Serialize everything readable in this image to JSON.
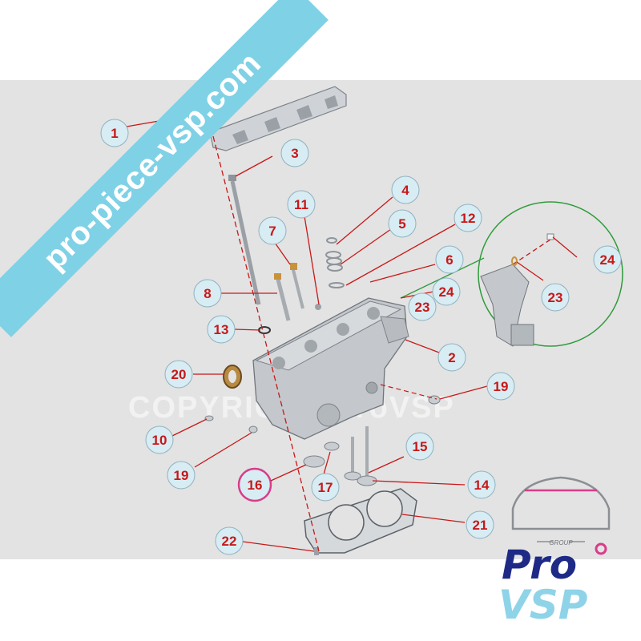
{
  "banner": {
    "text": "pro-piece-vsp.com"
  },
  "watermark": {
    "text": "COPYRIGHT ProVSP"
  },
  "logo": {
    "group_label": "GROUP",
    "line1": "Pro",
    "line2": "VSP"
  },
  "callouts": [
    {
      "id": "c1",
      "label": "1",
      "part": "cylinder-head-cover"
    },
    {
      "id": "c3",
      "label": "3",
      "part": "head-bolt"
    },
    {
      "id": "c4",
      "label": "4",
      "part": "valve-keeper"
    },
    {
      "id": "c5",
      "label": "5",
      "part": "valve-spring"
    },
    {
      "id": "c6",
      "label": "6",
      "part": "spring-seat"
    },
    {
      "id": "c7",
      "label": "7",
      "part": "valve-guide"
    },
    {
      "id": "c8",
      "label": "8",
      "part": "stud"
    },
    {
      "id": "c11",
      "label": "11",
      "part": "plug"
    },
    {
      "id": "c12",
      "label": "12",
      "part": "valve-stem-seal"
    },
    {
      "id": "c13",
      "label": "13",
      "part": "o-ring"
    },
    {
      "id": "c2",
      "label": "2",
      "part": "cylinder-head"
    },
    {
      "id": "c24a",
      "label": "24",
      "part": "pin"
    },
    {
      "id": "c23a",
      "label": "23",
      "part": "ring"
    },
    {
      "id": "c24b",
      "label": "24",
      "part": "pin-detail"
    },
    {
      "id": "c23b",
      "label": "23",
      "part": "ring-detail"
    },
    {
      "id": "c20",
      "label": "20",
      "part": "camshaft-seal"
    },
    {
      "id": "c19a",
      "label": "19",
      "part": "plug-right"
    },
    {
      "id": "c10",
      "label": "10",
      "part": "stud-small"
    },
    {
      "id": "c19b",
      "label": "19",
      "part": "plug-left"
    },
    {
      "id": "c15",
      "label": "15",
      "part": "exhaust-valve"
    },
    {
      "id": "c16",
      "label": "16",
      "part": "valve-seat"
    },
    {
      "id": "c17",
      "label": "17",
      "part": "valve-seat-2"
    },
    {
      "id": "c14",
      "label": "14",
      "part": "intake-valve"
    },
    {
      "id": "c21",
      "label": "21",
      "part": "head-gasket"
    },
    {
      "id": "c22",
      "label": "22",
      "part": "dowel"
    }
  ],
  "colors": {
    "callout_text": "#c81818",
    "callout_fill": "#d8ecf3",
    "leader": "#c81818",
    "banner": "#7fd1e6",
    "detail_ring": "#2e9b3a",
    "highlight_ring": "#d93c8a"
  }
}
